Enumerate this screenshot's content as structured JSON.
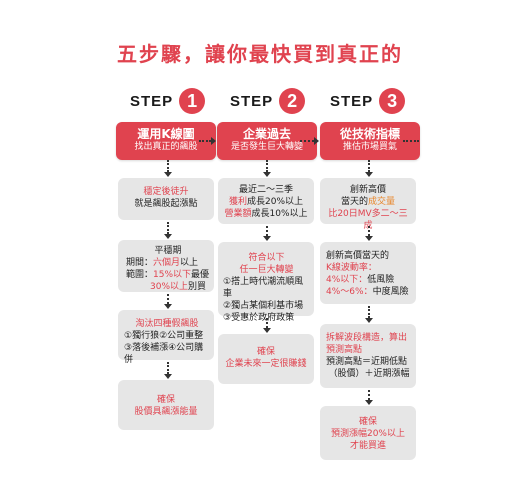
{
  "title": "五步驟，讓你最快買到真正的",
  "steps": [
    {
      "label": "STEP",
      "number": "1"
    },
    {
      "label": "STEP",
      "number": "2"
    },
    {
      "label": "STEP",
      "number": "3"
    }
  ],
  "col1": {
    "head_line1": "運用K線圖",
    "head_line2": "找出真正的飆股",
    "box1": {
      "line1": "穩定後徒升",
      "line2": "就是飆股起漲點"
    },
    "box2": {
      "title": "平穩期",
      "l1_a": "期間：",
      "l1_b": "六個月",
      "l1_c": "以上",
      "l2_a": "範圍：",
      "l2_b": "15%以下",
      "l2_c": "最優",
      "l3_b": "30%以上",
      "l3_c": "別買"
    },
    "box3": {
      "title": "淘汰四種假飆股",
      "line1": "①獨行狼②公司重整",
      "line2": "③落後補漲④公司購併"
    },
    "box4": {
      "line1": "確保",
      "line2": "股價具飆漲能量"
    }
  },
  "col2": {
    "head_line1": "企業過去",
    "head_line2": "是否發生巨大轉變",
    "box1": {
      "line1": "最近二～三季",
      "l2_a": "獲利",
      "l2_b": "成長20%以上",
      "l3_a": "營業額",
      "l3_b": "成長10%以上"
    },
    "box2": {
      "title1": "符合以下",
      "title2": "任一巨大轉變",
      "line1": "①搭上時代潮流順風車",
      "line2": "②獨占某個利基市場",
      "line3": "③受惠於政府政策"
    },
    "box3": {
      "line1": "確保",
      "line2": "企業未來一定很賺錢"
    }
  },
  "col3": {
    "head_line1": "從技術指標",
    "head_line2": "推估市場買氣",
    "box1": {
      "line1": "創新高價",
      "l2_a": "當天的",
      "l2_b": "成交量",
      "line3": "比20日MV多二～三成"
    },
    "box2": {
      "title1": "創新高價當天的",
      "title2": "K線波動率：",
      "l3_a": "4%以下：",
      "l3_b": "低風險",
      "l4_a": "4%～6%：",
      "l4_b": "中度風險"
    },
    "box3": {
      "title1": "拆解波段構造，算出",
      "title2": "預測高點",
      "line1": "預測高點＝近期低點",
      "line2": "（股價）＋近期漲幅"
    },
    "box4": {
      "line1": "確保",
      "line2": "預測漲幅20%以上",
      "line3": "才能買進"
    }
  }
}
